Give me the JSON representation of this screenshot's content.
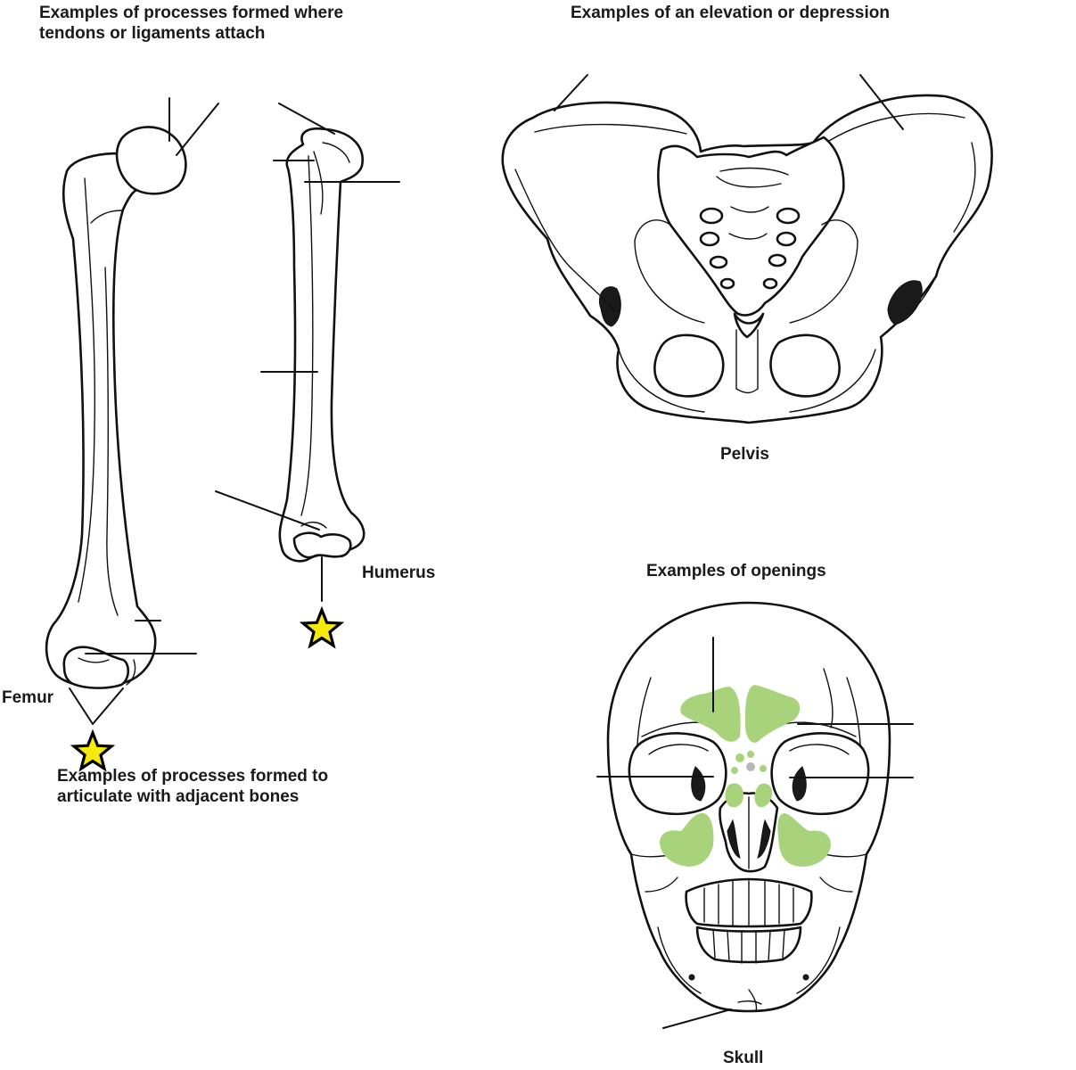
{
  "headings": {
    "tendons_line1": "Examples of processes formed where",
    "tendons_line2": "tendons or ligaments attach",
    "elevation": "Examples of an elevation or depression",
    "articulate_line1": "Examples of processes formed to",
    "articulate_line2": "articulate with adjacent bones",
    "openings": "Examples of openings"
  },
  "bones": {
    "femur": "Femur",
    "humerus": "Humerus",
    "pelvis": "Pelvis",
    "skull": "Skull"
  },
  "colors": {
    "sinus_green": "#a9d37a",
    "star_fill": "#f5ea0c",
    "outline": "#111111"
  },
  "icons": {
    "star": "star-icon"
  }
}
